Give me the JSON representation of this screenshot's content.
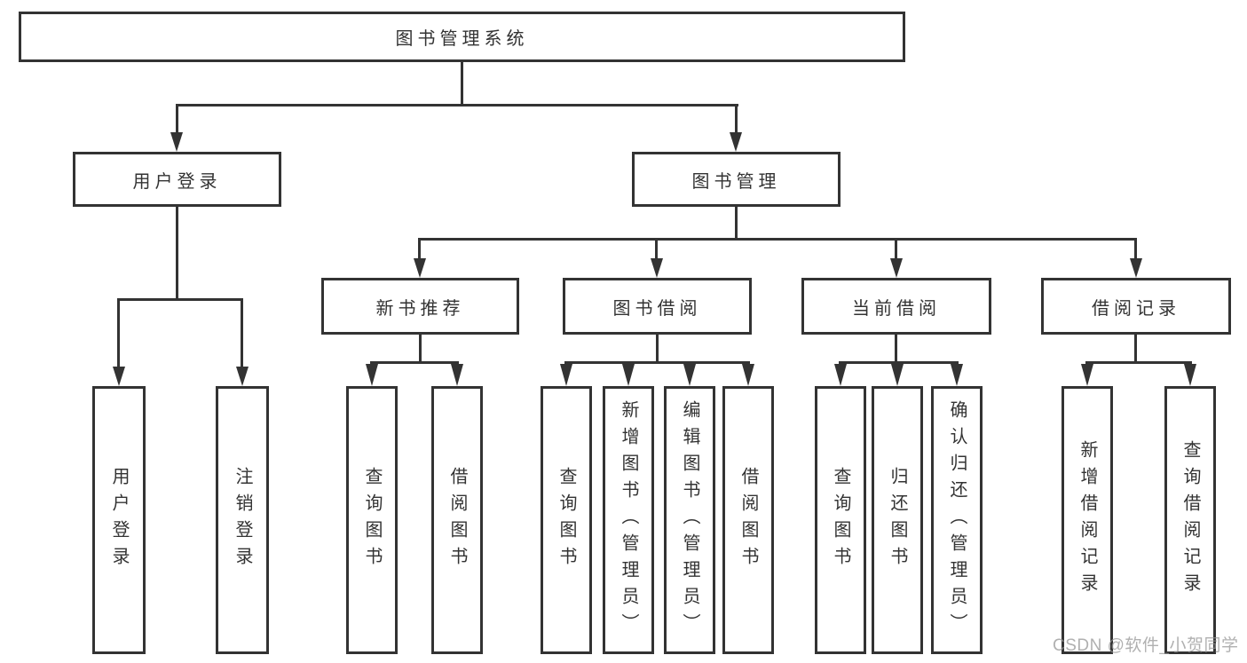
{
  "page": {
    "background": "#ffffff"
  },
  "colors": {
    "line": "#333333",
    "box_border": "#333333",
    "text": "#333333",
    "watermark": "#969696"
  },
  "root": {
    "label": "图书管理系统"
  },
  "level2": {
    "user_login": {
      "label": "用户登录"
    },
    "book_mgmt": {
      "label": "图书管理"
    }
  },
  "level3": {
    "new_books": {
      "label": "新书推荐"
    },
    "book_borrow": {
      "label": "图书借阅"
    },
    "current_borrow": {
      "label": "当前借阅"
    },
    "borrow_records": {
      "label": "借阅记录"
    }
  },
  "leaves": {
    "user_login": {
      "label": "用户登录"
    },
    "logout": {
      "label": "注销登录"
    },
    "nb_query_books": {
      "label": "查询图书"
    },
    "nb_borrow_books": {
      "label": "借阅图书"
    },
    "bb_query_books": {
      "label": "查询图书"
    },
    "bb_add_books": {
      "label": "新增图书（管理员）"
    },
    "bb_edit_books": {
      "label": "编辑图书（管理员）"
    },
    "bb_borrow_books": {
      "label": "借阅图书"
    },
    "cb_query_books": {
      "label": "查询图书"
    },
    "cb_return_books": {
      "label": "归还图书"
    },
    "cb_confirm_return": {
      "label": "确认归还（管理员）"
    },
    "br_add_record": {
      "label": "新增借阅记录"
    },
    "br_query_record": {
      "label": "查询借阅记录"
    }
  },
  "watermark": {
    "text": "CSDN @软件_小贺同学"
  }
}
